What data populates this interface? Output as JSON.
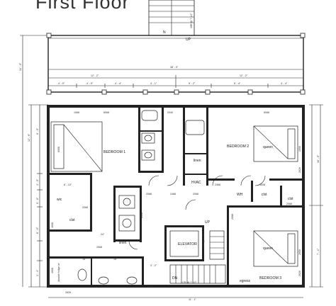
{
  "title": "First Floor",
  "rooms": {
    "bedroom1": "BEDROOM 1",
    "bedroom2": "BEDROOM 2",
    "bedroom3": "BEDROOM 3",
    "elevator": "ELEVATOR",
    "hvac": "HVAC",
    "linen1": "linen",
    "linen2": "linen",
    "wic": "wic",
    "clst1": "clst",
    "clst2": "clst",
    "clst3": "clst",
    "wh": "WH",
    "queen2": "queen",
    "queen3": "queen",
    "dbl_fridge": "(double fridge w/",
    "egress": "egress"
  },
  "stairs": {
    "up_top": "UP",
    "n_top": "N",
    "risers_top": "15R @ 7 1/2\"",
    "up_mid": "UP",
    "risers_mid": "10R @ 7 1/2\"",
    "dn_bottom": "DN",
    "risers_bottom": "17R @ 7 1/2\""
  },
  "doors": {
    "d1068": "1068",
    "d6068a": "6068",
    "d2040": "2040",
    "d6068b": "6068",
    "d2068a": "2068",
    "d2468a": "2468",
    "d2068b": "2068",
    "d2468b": "2468",
    "d4008": "4008",
    "d2068c": "2068",
    "d2068d": "2068",
    "d2068e": "2068",
    "d3068": "3068",
    "d2068f": "2068",
    "d2868": "2868",
    "d2852a": "2852",
    "d2852b": "2852",
    "d2626": "2626",
    "d6008": "6008",
    "d4008v": "4008"
  },
  "vertical_labels": {
    "v2656a": "2656",
    "v2656b": "2656",
    "v2626a": "2626",
    "v2626b": "2626",
    "v2068": "2068",
    "v2868": "2868",
    "v6008": "6008",
    "v4008": "4008",
    "v4008b": "4008"
  },
  "dimensions": {
    "overall_top": "38' - 0\"",
    "top_left": "12' - 2\"",
    "top_right": "12' - 2\"",
    "seg_a": "4' - 5\"",
    "seg_b": "4' - 5\"",
    "seg_c": "4' - 4\"",
    "seg_d": "4' - 1\"",
    "seg_e": "9' - 2\"",
    "seg_f": "6' - 4\"",
    "seg_g": "4' - 4\"",
    "left_overall": "34' - 0\"",
    "left_a": "12' - 6\"",
    "left_b": "6' - 0\"",
    "left_c": "4' - 0\"",
    "left_d": "5' - 0\"",
    "left_e": "8' - 0\"",
    "left_f": "1' - 4\"",
    "mid_a": "6' - 10\"",
    "mid_b": "24\"",
    "mid_c": "18\"",
    "mid_d": "18\"",
    "bottom_a": "3' - 2\"",
    "bottom_b": "11' - 1\"",
    "right_a": "16' - 5\"",
    "right_b": "7' - 1\""
  }
}
